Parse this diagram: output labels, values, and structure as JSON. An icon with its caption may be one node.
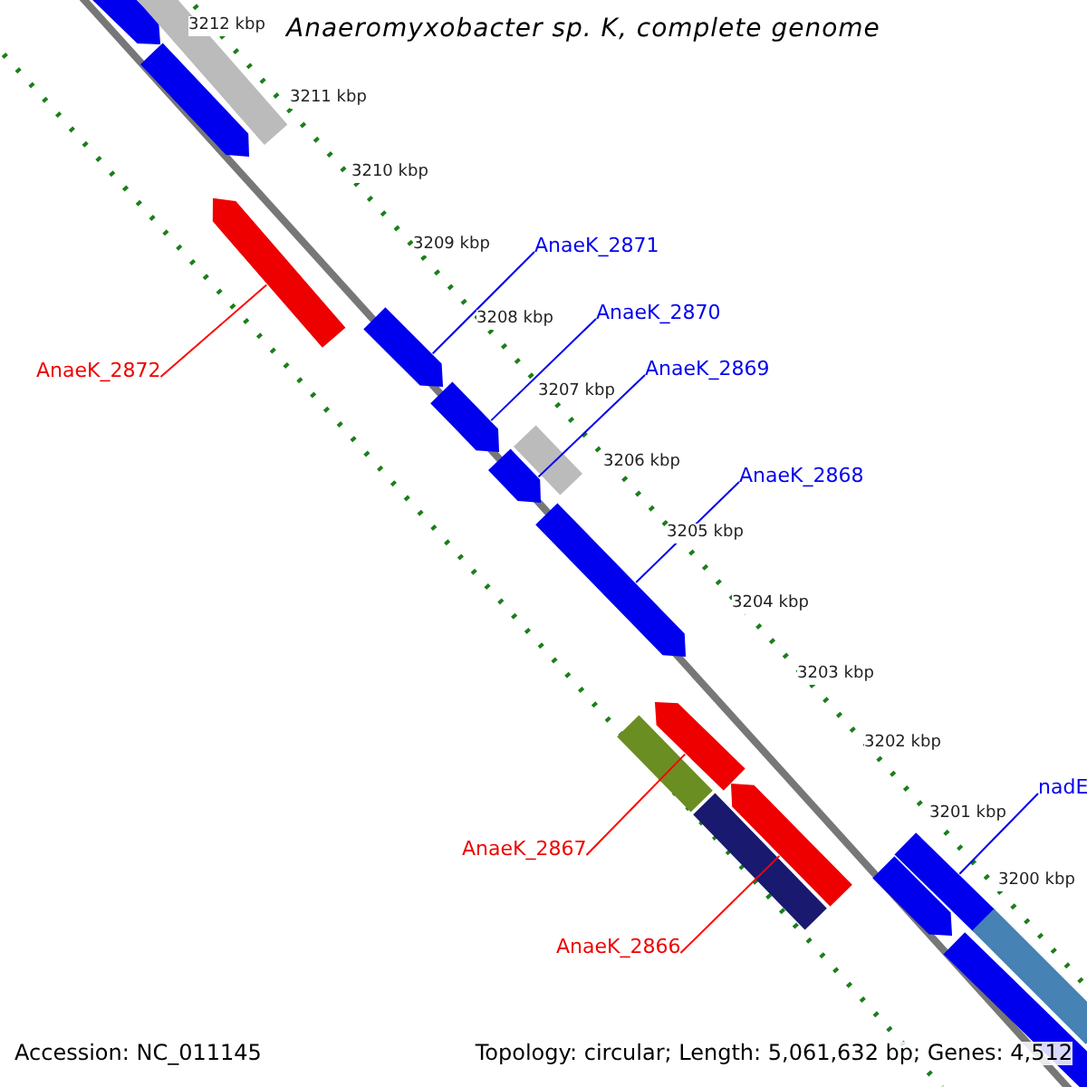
{
  "diagram": {
    "title": "Anaeromyxobacter sp. K, complete genome",
    "nodes": [
      {
        "text": [
          "AnaeK_2871"
        ]
      },
      {
        "text": [
          "AnaeK_2870"
        ]
      },
      {
        "text": [
          "AnaeK_2872"
        ]
      },
      {
        "text": [
          "AnaeK_2869"
        ]
      },
      {
        "text": [
          "AnaeK_2868"
        ]
      },
      {
        "text": [
          "nadE"
        ]
      },
      {
        "text": [
          "AnaeK_2867"
        ]
      },
      {
        "text": [
          "AnaeK_2866"
        ]
      },
      {
        "text": [],
        "shape": "arrow"
      },
      {
        "text": [],
        "shape": "bar"
      },
      {
        "text": [],
        "shape": "arrow"
      },
      {
        "text": [],
        "shape": "arrow"
      },
      {
        "text": [],
        "shape": "arrow"
      },
      {
        "text": [],
        "shape": "arrow"
      },
      {
        "text": [],
        "shape": "arrow"
      },
      {
        "text": [],
        "shape": "bar"
      },
      {
        "text": [],
        "shape": "arrow"
      },
      {
        "text": [],
        "shape": "arrow"
      },
      {
        "text": [],
        "shape": "bar"
      },
      {
        "text": [],
        "shape": "arrow"
      },
      {
        "text": [],
        "shape": "bar"
      },
      {
        "text": [],
        "shape": "arrow"
      },
      {
        "text": [],
        "shape": "bar"
      },
      {
        "text": [],
        "shape": "bar"
      },
      {
        "text": [],
        "shape": "bar"
      }
    ],
    "edges": [
      {
        "from": 0,
        "to": 12,
        "arrow": "none"
      },
      {
        "from": 1,
        "to": 13,
        "arrow": "none"
      },
      {
        "from": 2,
        "to": 11,
        "arrow": "none",
        "color": "#ff0000"
      },
      {
        "from": 3,
        "to": 14,
        "arrow": "none"
      },
      {
        "from": 4,
        "to": 16,
        "arrow": "none"
      },
      {
        "from": 5,
        "to": 22,
        "arrow": "none"
      },
      {
        "from": 6,
        "to": 17,
        "arrow": "none",
        "color": "#ff0000"
      },
      {
        "from": 7,
        "to": 19,
        "arrow": "none",
        "color": "#ff0000"
      }
    ],
    "labels": [
      "3212 kbp",
      "3211 kbp",
      "3210 kbp",
      "3209 kbp",
      "3208 kbp",
      "3207 kbp",
      "3206 kbp",
      "3205 kbp",
      "3204 kbp",
      "3203 kbp",
      "3202 kbp",
      "3201 kbp",
      "3200 kbp",
      "Accession: NC_011145",
      "Topology: circular; Length: 5,061,632 bp; Genes: 4,512"
    ]
  }
}
